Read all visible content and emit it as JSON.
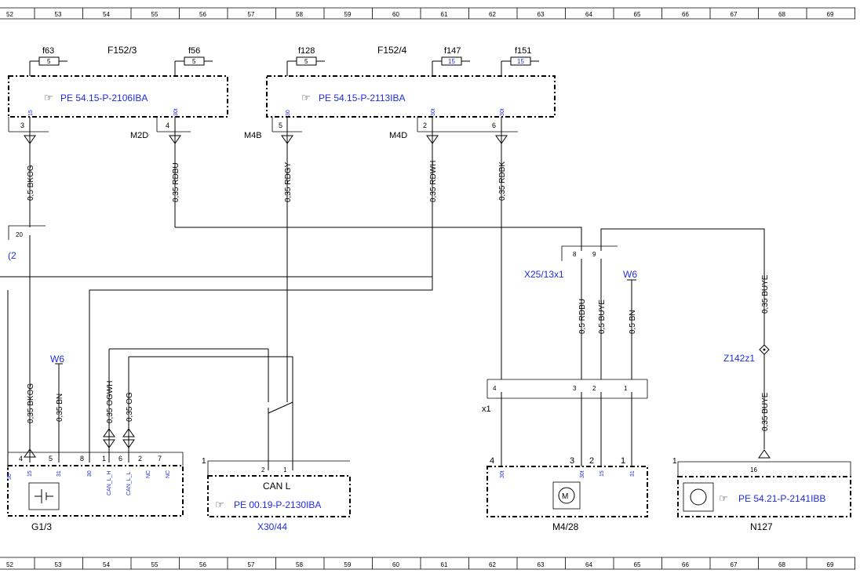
{
  "ruler": {
    "top": [
      "52",
      "53",
      "54",
      "55",
      "56",
      "57",
      "58",
      "59",
      "60",
      "61",
      "62",
      "63",
      "64",
      "65",
      "66",
      "67",
      "68",
      "69"
    ],
    "bottom": [
      "52",
      "53",
      "54",
      "55",
      "56",
      "57",
      "58",
      "59",
      "60",
      "61",
      "62",
      "63",
      "64",
      "65",
      "66",
      "67",
      "68",
      "69"
    ]
  },
  "fuse_boxes": {
    "f152_3": "F152/3",
    "f152_4": "F152/4"
  },
  "fuses": {
    "f63": {
      "name": "f63",
      "rating": "5"
    },
    "f56": {
      "name": "f56",
      "rating": "5"
    },
    "f128": {
      "name": "f128",
      "rating": "5"
    },
    "f147": {
      "name": "f147",
      "rating": "15"
    },
    "f151": {
      "name": "f151",
      "rating": "15"
    }
  },
  "refs": {
    "ref1": "PE 54.15-P-2106IBA",
    "ref2": "PE 54.15-P-2113IBA",
    "ref3": "PE 00.19-P-2130IBA",
    "ref4": "PE 54.21-P-2141IBB"
  },
  "terminals": {
    "t15": "15",
    "t30t_a": "30t",
    "t30_b": "30",
    "t30t_c": "30t",
    "t30t_d": "30t",
    "pin3": "3",
    "pin4": "4",
    "pin5": "5",
    "pin2": "2",
    "pin6": "6"
  },
  "connectors": {
    "m2d": "M2D",
    "m4b": "M4B",
    "m4d": "M4D",
    "x25": "X25/13x1",
    "x1": "x1",
    "z142": "Z142z1",
    "c2": "(2",
    "w6a": "W6",
    "w6b": "W6"
  },
  "wires": {
    "w1": "0,5 BKOG",
    "w2": "0,35 RDBU",
    "w3": "0,35 RDGY",
    "w4": "0,35 RDWH",
    "w5": "0,35 RDBK",
    "w6": "0,35 BUYE",
    "w7": "0,5 RDBU",
    "w8": "0,5 BUYE",
    "w9": "0,5 BN",
    "w10": "0,35 BKOG",
    "w11": "0,35 BN",
    "w12": "0,35 OGWH",
    "w13": "0,35 OG",
    "w14": "0,35 BUYE"
  },
  "pins": {
    "x25_8": "8",
    "x25_9": "9",
    "s20": "20",
    "x1_4": "4",
    "x1_3": "3",
    "x1_2": "2",
    "x1_1": "1",
    "g_4": "4",
    "g_5": "5",
    "g_8": "8",
    "g_1": "1",
    "g_6": "6",
    "g_2": "2",
    "g_7": "7",
    "x30_1": "1",
    "x30_2": "2",
    "x30_1b": "1",
    "m_4": "4",
    "m_3": "3",
    "m_2": "2",
    "m_1": "1",
    "n_1": "1",
    "n_16": "16"
  },
  "pin_terms": {
    "g_30": "30",
    "g_15": "15",
    "g_31": "31",
    "g_30b": "30",
    "g_canh": "CAN_L_H",
    "g_canl": "CAN_L_L",
    "g_nc1": "NC",
    "g_nc2": "NC",
    "m_30t": "30t",
    "m_30t2": "30t",
    "m_15": "15",
    "m_31": "31"
  },
  "components": {
    "g13": "G1/3",
    "x3044": "X30/44",
    "m428": "M4/28",
    "n127": "N127",
    "canl": "CAN L"
  }
}
